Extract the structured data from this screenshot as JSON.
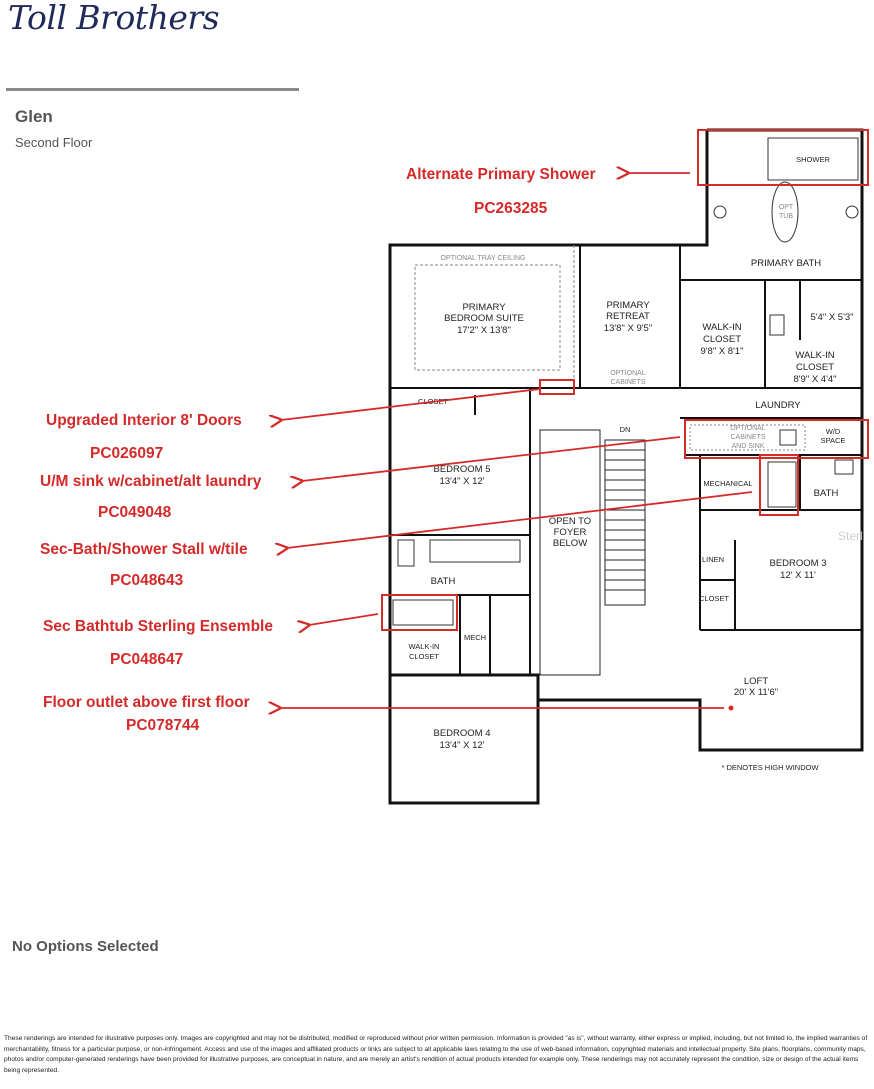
{
  "brand": {
    "logo_text": "Toll Brothers"
  },
  "plan": {
    "name": "Glen",
    "floor": "Second Floor"
  },
  "rooms": {
    "shower": "SHOWER",
    "opt_tub_1": "OPT",
    "opt_tub_2": "TUB",
    "primary_bath": "PRIMARY BATH",
    "optional_tray_ceiling": "OPTIONAL TRAY CEILING",
    "primary_suite_1": "PRIMARY",
    "primary_suite_2": "BEDROOM SUITE",
    "primary_suite_dim": "17'2\" X 13'8\"",
    "retreat_1": "PRIMARY",
    "retreat_2": "RETREAT",
    "retreat_dim": "13'8\" X 9'5\"",
    "optional_cabinets_1": "OPTIONAL",
    "optional_cabinets_2": "CABINETS",
    "wic1_1": "WALK-IN",
    "wic1_2": "CLOSET",
    "wic1_dim": "9'8\" X 8'1\"",
    "wc_dim": "5'4\" X 5'3\"",
    "wic2_1": "WALK-IN",
    "wic2_2": "CLOSET",
    "wic2_dim": "8'9\" X 4'4\"",
    "closet_b5": "CLOSET",
    "laundry": "LAUNDRY",
    "opt_cab_sink_1": "OPTIONAL",
    "opt_cab_sink_2": "CABINETS",
    "opt_cab_sink_3": "AND SINK",
    "wd_1": "W/D",
    "wd_2": "SPACE",
    "dn": "DN",
    "bedroom5": "BEDROOM 5",
    "bedroom5_dim": "13'4\" X 12'",
    "mechanical": "MECHANICAL",
    "bath_right": "BATH",
    "open_1": "OPEN TO",
    "open_2": "FOYER",
    "open_3": "BELOW",
    "linen": "LINEN",
    "bedroom3": "BEDROOM 3",
    "bedroom3_dim": "12' X 11'",
    "closet_b3": "CLOSET",
    "bath_left": "BATH",
    "mech_left": "MECH",
    "wic3_1": "WALK-IN",
    "wic3_2": "CLOSET",
    "loft": "LOFT",
    "loft_dim": "20' X 11'6\"",
    "bedroom4": "BEDROOM 4",
    "bedroom4_dim": "13'4\" X 12'",
    "high_window": "* DENOTES HIGH WINDOW",
    "watermark": "Sterl"
  },
  "annotations": [
    {
      "label": "Alternate Primary Shower",
      "code": "PC263285"
    },
    {
      "label": "Upgraded Interior 8' Doors",
      "code": "PC026097"
    },
    {
      "label": "U/M sink w/cabinet/alt laundry",
      "code": "PC049048"
    },
    {
      "label": "Sec-Bath/Shower Stall w/tile",
      "code": "PC048643"
    },
    {
      "label": "Sec Bathtub Sterling Ensemble",
      "code": "PC048647"
    },
    {
      "label": "Floor outlet above first floor",
      "code": "PC078744"
    }
  ],
  "colors": {
    "annotation": "#d42a2a",
    "brand": "#1f2a5a",
    "wall": "#111111"
  },
  "footer": {
    "no_options": "No Options Selected",
    "disclaimer": "These renderings are intended for illustrative purposes only. Images are copyrighted and may not be distributed, modified or reproduced without prior written permission. Information is provided \"as is\", without warranty, either express or implied, including, but not limited to, the implied warranties of merchantability, fitness for a particular purpose, or non-infringement. Access and use of the images and affiliated products or links are subject to all applicable laws relating to the use of web-based information, copyrighted materials and intellectual property. Site plans, floorplans, community maps, photos and/or computer-generated renderings have been provided for illustrative purposes, are conceptual in nature, and are merely an artist's rendition of actual products intended for example only. These renderings may not accurately represent the condition, size or design of the actual items being represented."
  }
}
